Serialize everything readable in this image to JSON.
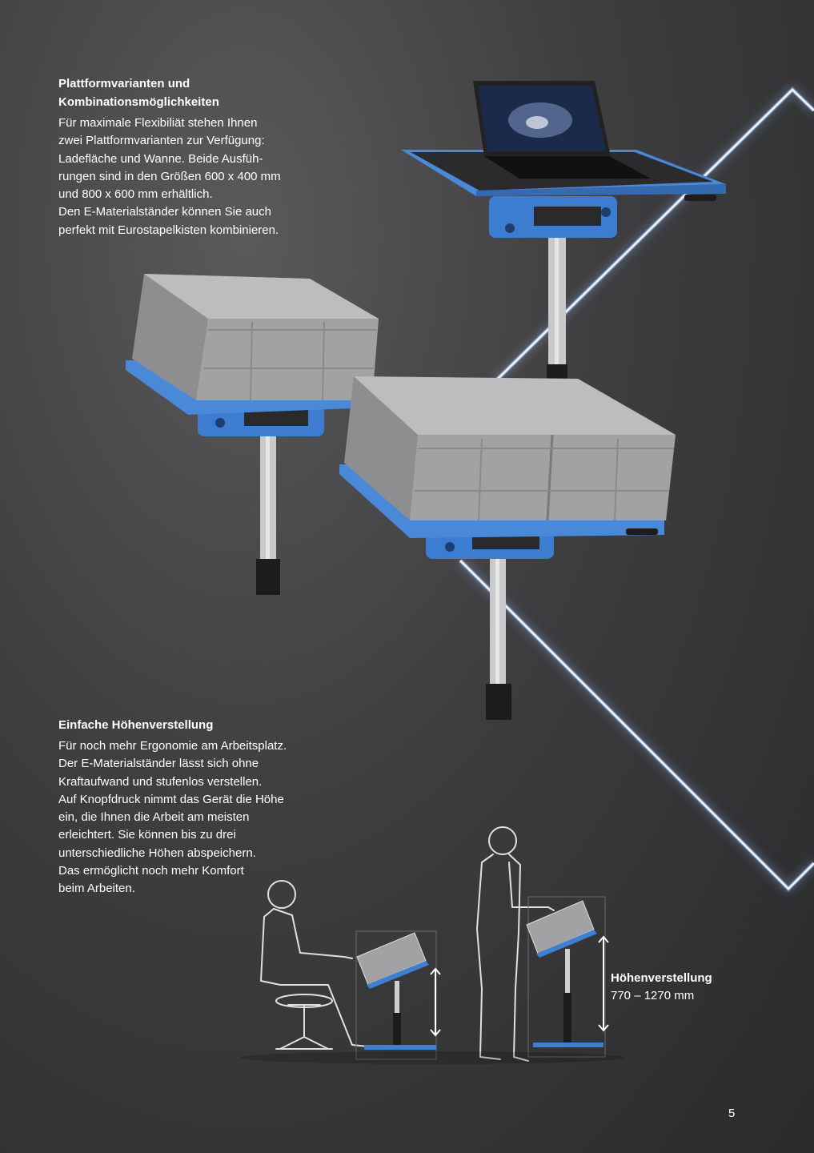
{
  "section_platforms": {
    "heading_line1": "Plattformvarianten und",
    "heading_line2": "Kombinationsmöglichkeiten",
    "body": [
      "Für maximale Flexibiliät stehen Ihnen",
      "zwei Plattformvarianten zur Verfügung:",
      "Ladefläche und Wanne. Beide Ausfüh-",
      "rungen sind in den Größen 600 x 400 mm",
      "und 800 x 600 mm erhältlich.",
      "Den E-Materialständer können Sie auch",
      "perfekt mit Eurostapelkisten kombinieren."
    ]
  },
  "section_height": {
    "heading": "Einfache Höhenverstellung",
    "body": [
      "Für noch mehr Ergonomie am Arbeitsplatz.",
      "Der E-Materialständer lässt sich ohne",
      "Kraftaufwand und stufenlos verstellen.",
      "Auf Knopfdruck nimmt das Gerät die Höhe",
      "ein, die Ihnen die Arbeit am meisten",
      "erleichtert. Sie können bis zu drei",
      "unterschiedliche Höhen abspeichern.",
      "Das ermöglicht noch mehr Komfort",
      "beim Arbeiten."
    ]
  },
  "height_label": {
    "title": "Höhenverstellung",
    "range": "770 – 1270 mm"
  },
  "page_number": "5",
  "colors": {
    "accent_blue": "#3f7fd0",
    "neon": "#cfe2ff",
    "crate_grey": "#9a9a9c"
  }
}
